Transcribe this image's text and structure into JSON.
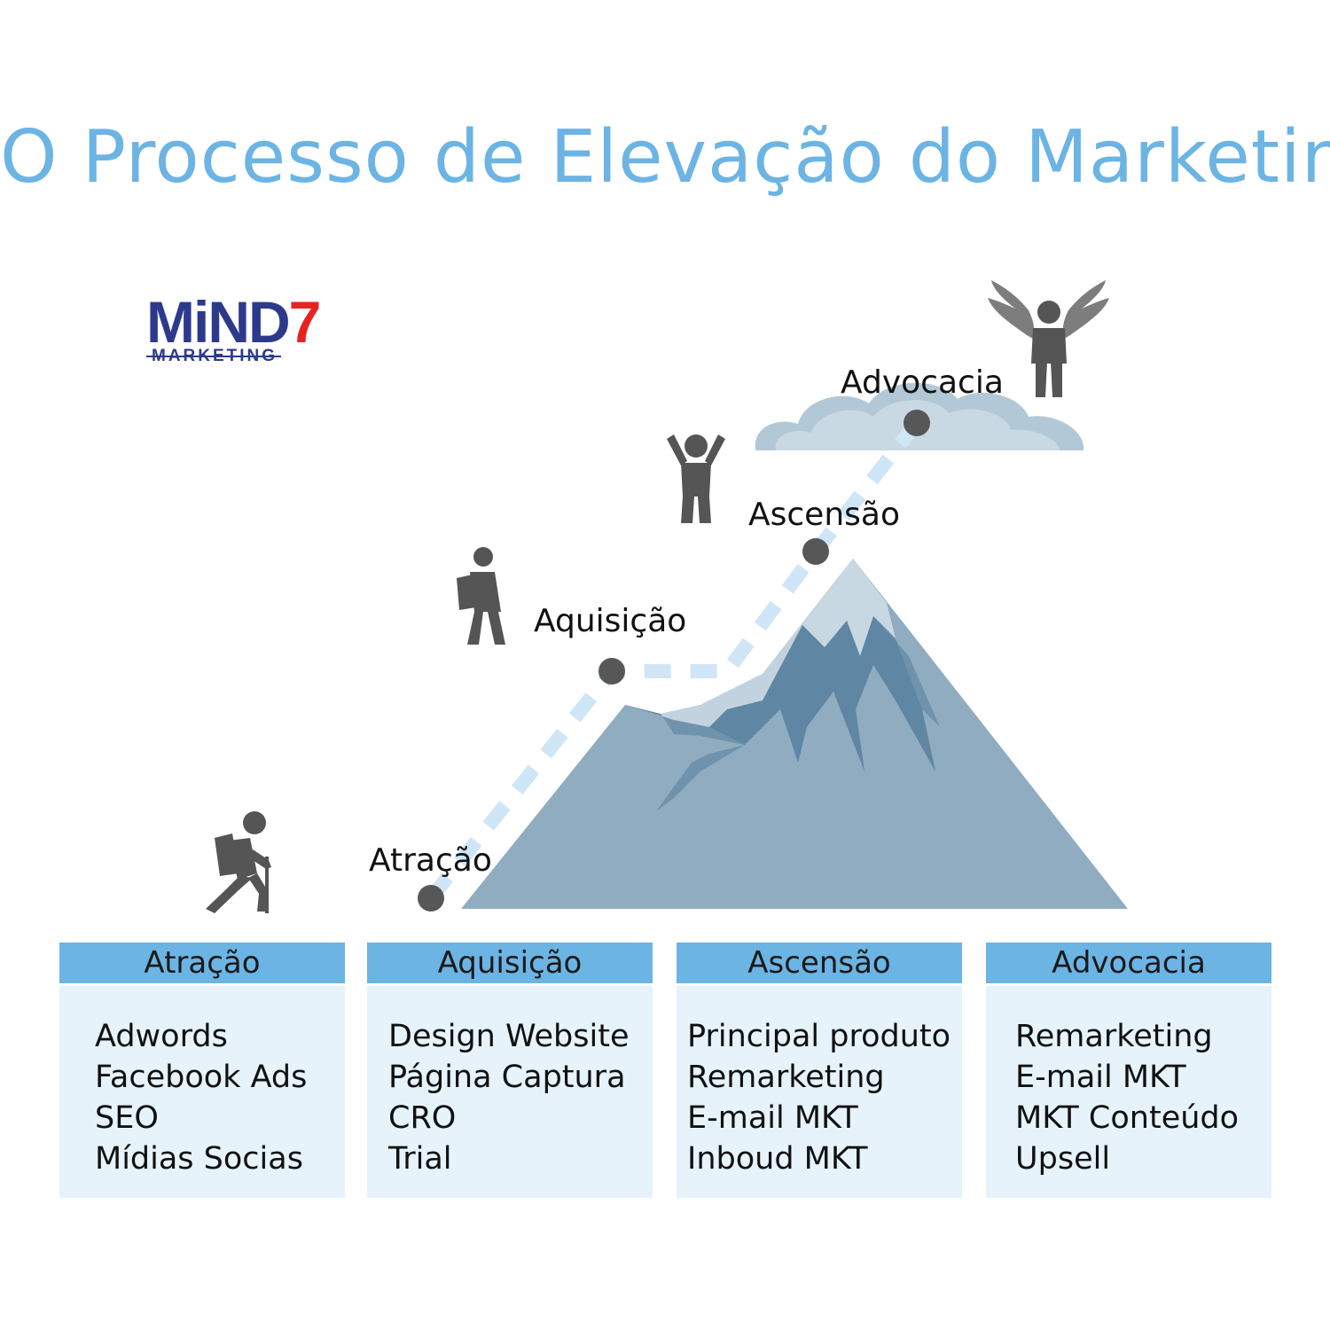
{
  "title": "O Processo de Elevação do Marketing",
  "logo": {
    "main": "MiND",
    "seven": "7",
    "sub": "MARKETING"
  },
  "stages": [
    {
      "label": "Atração"
    },
    {
      "label": "Aquisição"
    },
    {
      "label": "Ascensão"
    },
    {
      "label": "Advocacia"
    }
  ],
  "columns": [
    {
      "header": "Atração",
      "items": [
        "Adwords",
        "Facebook Ads",
        "SEO",
        "Mídias Socias"
      ]
    },
    {
      "header": "Aquisição",
      "items": [
        "Design Website",
        "Página Captura",
        "CRO",
        "Trial"
      ]
    },
    {
      "header": "Ascensão",
      "items": [
        "Principal produto",
        "Remarketing",
        "E-mail MKT",
        "Inboud MKT"
      ]
    },
    {
      "header": "Advocacia",
      "items": [
        "Remarketing",
        "E-mail MKT",
        "MKT Conteúdo",
        "Upsell"
      ]
    }
  ],
  "icons": [
    "hiker-icon",
    "backpacker-icon",
    "cheering-person-icon",
    "winged-person-icon",
    "cloud-icon",
    "mountain-icon"
  ],
  "colors": {
    "accent": "#6cb4e4",
    "panel": "#e6f3fb",
    "mountain": "#8facc1",
    "figure": "#555555"
  }
}
